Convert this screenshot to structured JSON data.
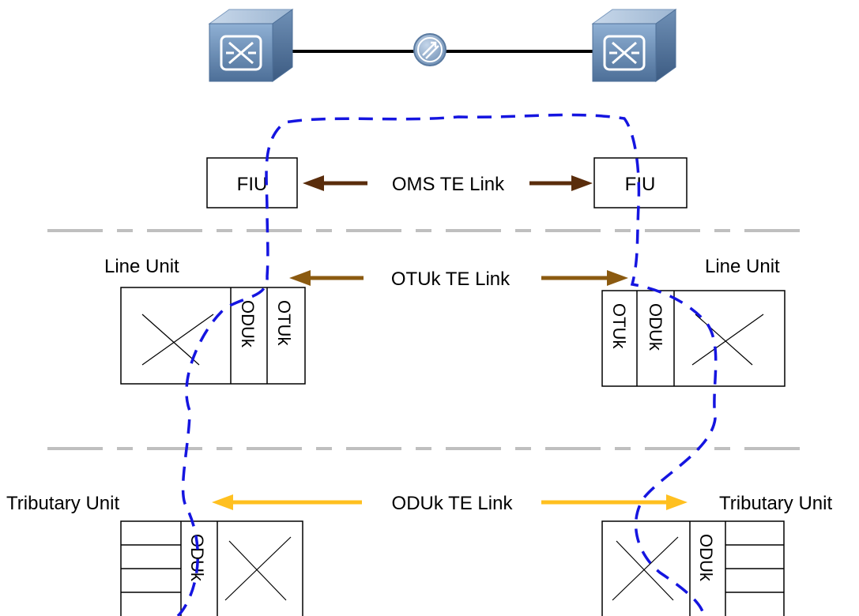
{
  "colors": {
    "oms_arrow": "#5a2d0c",
    "otuk_arrow": "#8b5a10",
    "oduk_arrow": "#ffc020",
    "path_dash": "#1515e0",
    "separator": "#bfbfbf",
    "device_fill": "#6d8fb8",
    "regen_fill": "#8aa8c8"
  },
  "icons": {
    "left_device": "optical-switch-icon",
    "right_device": "optical-switch-icon",
    "regenerator": "regenerator-icon"
  },
  "labels": {
    "fiu_left": "FIU",
    "fiu_right": "FIU",
    "oms_link": "OMS TE Link",
    "otuk_link": "OTUk TE Link",
    "oduk_link": "ODUk TE  Link",
    "line_unit_left": "Line Unit",
    "line_unit_right": "Line Unit",
    "tributary_unit_left": "Tributary Unit",
    "tributary_unit_right": "Tributary Unit",
    "left_line_oduk": "ODUk",
    "left_line_otuk": "OTUk",
    "right_line_otuk": "OTUk",
    "right_line_oduk": "ODUk",
    "left_trib_oduk": "ODUk",
    "right_trib_oduk": "ODUk"
  }
}
